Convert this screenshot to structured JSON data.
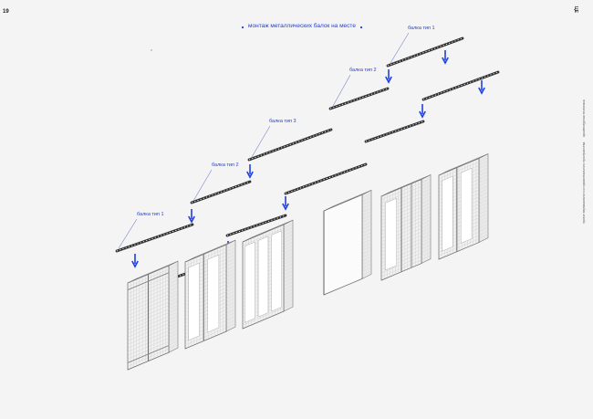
{
  "page_number": "19",
  "logo": "ЦЕ",
  "sidebar_text": [
    "архитектурная тектоника",
    "проект вертикального и горизонтального пространства"
  ],
  "title": "монтаж металлических балок на месте",
  "beam_labels": [
    {
      "id": "b1",
      "text": "балка тип 1"
    },
    {
      "id": "b2",
      "text": "балка тип 2"
    },
    {
      "id": "b3",
      "text": "балка тип 3"
    },
    {
      "id": "b4",
      "text": "балка тип 2"
    },
    {
      "id": "b5",
      "text": "балка тип 1"
    }
  ],
  "colors": {
    "background": "#f4f4f4",
    "accent": "#1f3fe0",
    "line": "#444444",
    "frame": "#bbbbbb"
  }
}
